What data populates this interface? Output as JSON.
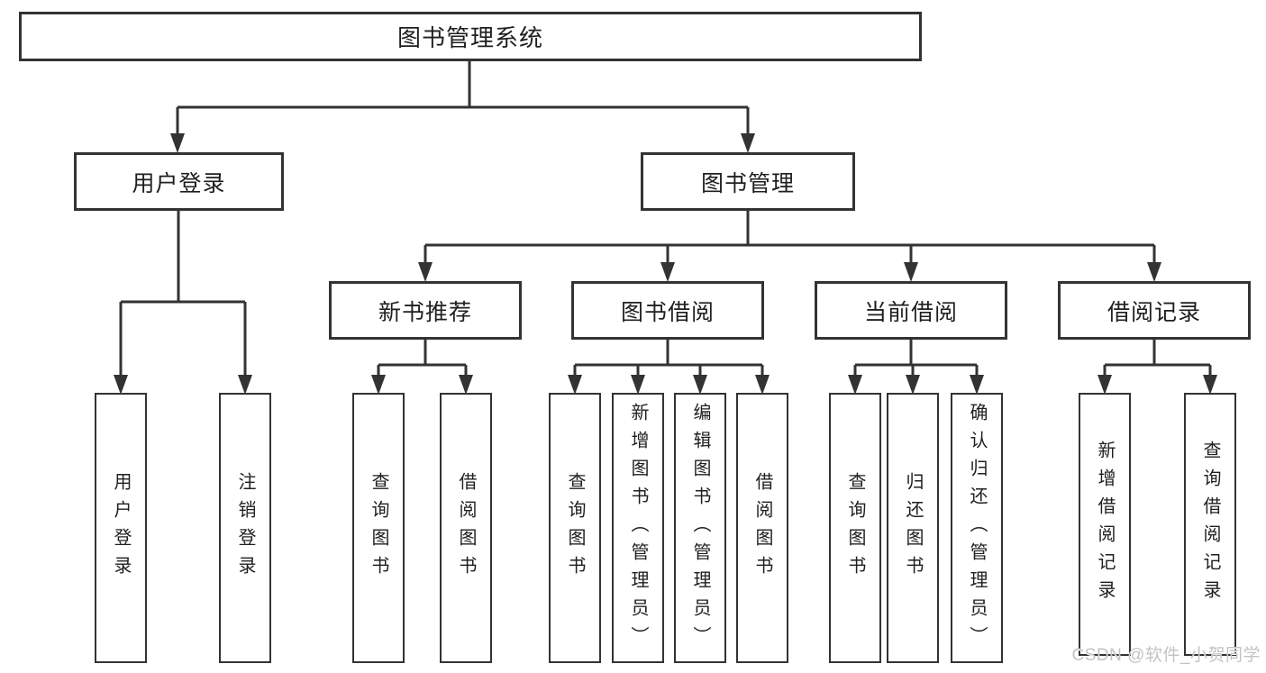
{
  "diagram": {
    "root": {
      "label": "图书管理系统"
    },
    "branches": [
      {
        "label": "用户登录",
        "children": [
          {
            "label": "用户登录"
          },
          {
            "label": "注销登录"
          }
        ]
      },
      {
        "label": "图书管理",
        "children": [
          {
            "label": "新书推荐",
            "children": [
              {
                "label": "查询图书"
              },
              {
                "label": "借阅图书"
              }
            ]
          },
          {
            "label": "图书借阅",
            "children": [
              {
                "label": "查询图书"
              },
              {
                "label": "新增图书（管理员）"
              },
              {
                "label": "编辑图书（管理员）"
              },
              {
                "label": "借阅图书"
              }
            ]
          },
          {
            "label": "当前借阅",
            "children": [
              {
                "label": "查询图书"
              },
              {
                "label": "归还图书"
              },
              {
                "label": "确认归还（管理员）"
              }
            ]
          },
          {
            "label": "借阅记录",
            "children": [
              {
                "label": "新增借阅记录"
              },
              {
                "label": "查询借阅记录"
              }
            ]
          }
        ]
      }
    ]
  },
  "watermark": {
    "text": "CSDN @软件_小贺同学",
    "color": "#c3c3c3"
  },
  "colors": {
    "line": "#333333",
    "text": "#1f1f1f",
    "background": "#ffffff"
  }
}
